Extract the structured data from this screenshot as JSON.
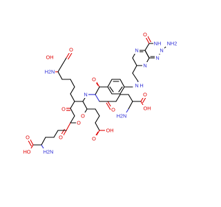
{
  "structure": {
    "atom_labels": {
      "hydroxyl": "OH",
      "carbonyl": "O",
      "ester_oxygen": "O",
      "amine": "NH2",
      "amino": "H2N",
      "imine_n": "N",
      "ring_nh": "HN",
      "nh": "NH",
      "ring_n": "N",
      "aryl_nh": "H",
      "het_nh": "N"
    },
    "labels": [
      {
        "key": "oh_top",
        "text": "OH"
      },
      {
        "key": "h2n_top",
        "text": "H2N"
      },
      {
        "key": "o_top_acid",
        "text": "O"
      },
      {
        "key": "o_pter",
        "text": "O"
      },
      {
        "key": "nh_pter",
        "text": "NH"
      },
      {
        "key": "h2n_pter",
        "text": "NH2"
      },
      {
        "key": "n_pter1",
        "text": "N"
      },
      {
        "key": "n_pter2",
        "text": "N"
      },
      {
        "key": "n_pter3",
        "text": "N"
      },
      {
        "key": "n_pter4",
        "text": "N"
      },
      {
        "key": "nh_link",
        "text": "N"
      },
      {
        "key": "h_link",
        "text": "H"
      },
      {
        "key": "o_amide_benz",
        "text": "O"
      },
      {
        "key": "o_ketone",
        "text": "O"
      },
      {
        "key": "n_amide",
        "text": "N"
      },
      {
        "key": "o_amide_right",
        "text": "O"
      },
      {
        "key": "o_ester_c",
        "text": "O"
      },
      {
        "key": "o_ester_link",
        "text": "O"
      },
      {
        "key": "o_ester2",
        "text": "O"
      },
      {
        "key": "o_mid_acid",
        "text": "O"
      },
      {
        "key": "oh_mid_acid",
        "text": "OH"
      },
      {
        "key": "h2n_right",
        "text": "H2N"
      },
      {
        "key": "o_right_acid",
        "text": "O"
      },
      {
        "key": "oh_right",
        "text": "OH"
      },
      {
        "key": "h2n_bottom",
        "text": "H2N"
      },
      {
        "key": "o_bottom_acid",
        "text": "O"
      },
      {
        "key": "ho_bottom",
        "text": "HO"
      }
    ]
  },
  "colors": {
    "carbon": "#000000",
    "oxygen": "#e00000",
    "nitrogen": "#2b2bd6",
    "background": "#ffffff"
  }
}
